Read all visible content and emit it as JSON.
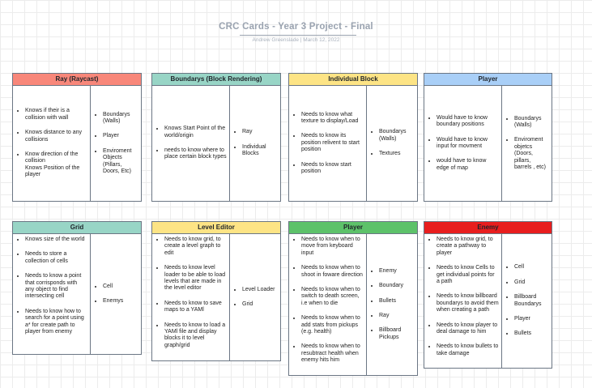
{
  "title": "CRC Cards  - Year 3  Project - Final",
  "subtitle": "Andrew Greenslade  |  March 12, 2022",
  "colors": {
    "ray": "#f8877a",
    "boundarys": "#98d5c6",
    "individual_block": "#fde485",
    "player_top": "#a9cff7",
    "grid": "#98d5c6",
    "level_editor": "#fde485",
    "player_bottom": "#5dc26a",
    "enemy": "#e81e1e"
  },
  "cards": {
    "ray": {
      "name": "Ray (Raycast)",
      "responsibilities": [
        "Knows if their is a collision with wall",
        "Knows distance to any collisions",
        "Know direction of the collision"
      ],
      "extra_line": "Knows Position of the player",
      "collaborators": [
        "Boundarys (Walls)",
        "Player",
        "Enviroment Objects (Pillars, Doors, Etc)"
      ]
    },
    "boundarys": {
      "name": "Boundarys (Block Rendering)",
      "responsibilities": [
        "Knows Start Point of the world/origin",
        "needs to know where to place certain block types"
      ],
      "collaborators": [
        "Ray",
        "Individual Blocks"
      ]
    },
    "individual_block": {
      "name": "Individual Block",
      "responsibilities": [
        "Needs to know what texture to display/Load",
        "Needs to know its position relivent to start position",
        "Needs to know start position"
      ],
      "collaborators": [
        "Boundarys (Walls)",
        "Textures"
      ]
    },
    "player_top": {
      "name": "Player",
      "responsibilities": [
        "Would have to know boundary positions",
        "Would have to know input for movment",
        "would have to know edge of map"
      ],
      "collaborators": [
        "Boundarys (Walls)",
        "Enviroment objetcs (Doors, pillars, barrels , etc)"
      ]
    },
    "grid": {
      "name": "Grid",
      "responsibilities": [
        "Knows size of the world",
        "Needs to store a collection of cells",
        "Needs to know a point that corrisponds with any object to find intersecting cell",
        "Needs to know how to search for a point using a* for create path to player from enemy"
      ],
      "collaborators": [
        "Cell",
        "Enemys"
      ]
    },
    "level_editor": {
      "name": "Level Editor",
      "responsibilities": [
        "Needs to know grid, to create a level graph to edit",
        "Needs to know level loader to be able to load levels that are made in the level editor",
        "Needs to know to save maps to a YAMl",
        "Needs to know to load a YAMl file and display blocks it to level graph/grid"
      ],
      "collaborators": [
        "Level Loader",
        "Grid"
      ]
    },
    "player_bottom": {
      "name": "Player",
      "responsibilities": [
        "Needs to know when to move from keyboard input",
        "Needs to know when to shoot in foware direction",
        "Needs to know when to switch to death screen, i.e when to die",
        "Needs to know when to add stats from pickups (e.g. health)",
        "Needs to know when to resubtract health when enemy hits him"
      ],
      "collaborators": [
        "Enemy",
        "Boundary",
        "Bullets",
        "Ray",
        "Billboard Pickups"
      ]
    },
    "enemy": {
      "name": "Enemy",
      "responsibilities": [
        "Needs to know grid, to create a pathway to player",
        "Needs to know Cells to get individual points for a path",
        "Needs to know billboard boundarys to avoid them when creating a path",
        "Needs to know player to deal damage to him",
        "Needs to know bullets to take damage"
      ],
      "collaborators": [
        "Cell",
        "Grid",
        "Billboard Boundarys",
        "Player",
        "Bullets"
      ]
    }
  }
}
